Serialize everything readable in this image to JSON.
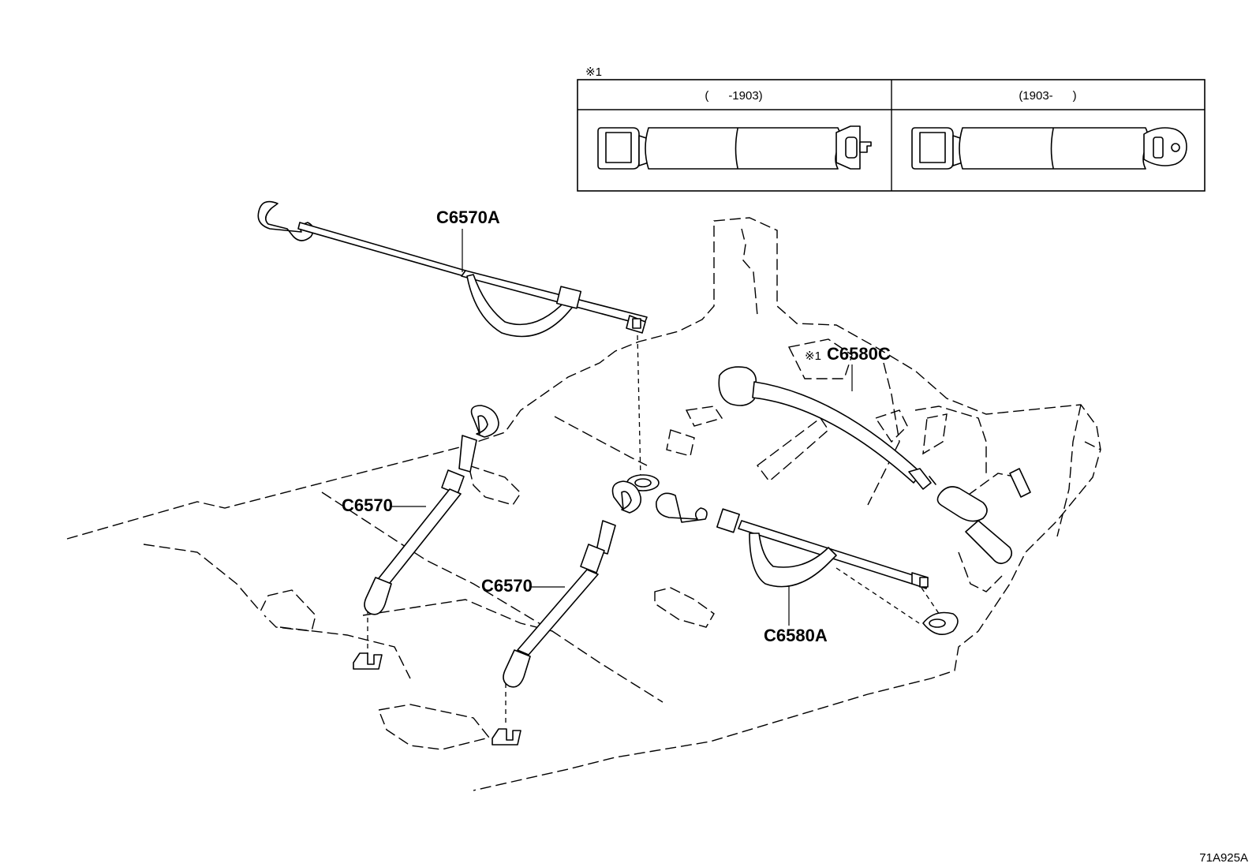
{
  "inset": {
    "note_marker": "※1",
    "col_left_header": "(      -1903)",
    "col_right_header": "(1903-      )"
  },
  "parts": {
    "c6570a": "C6570A",
    "c6580c": "C6580C",
    "c6580c_marker": "※1",
    "c6570_left": "C6570",
    "c6570_right": "C6570",
    "c6580a": "C6580A"
  },
  "footer": {
    "drawing_code": "71A925A"
  },
  "icons": [
    "belt-buckle-icon",
    "latch-plate-icon",
    "anchor-plate-icon",
    "hook-icon"
  ]
}
